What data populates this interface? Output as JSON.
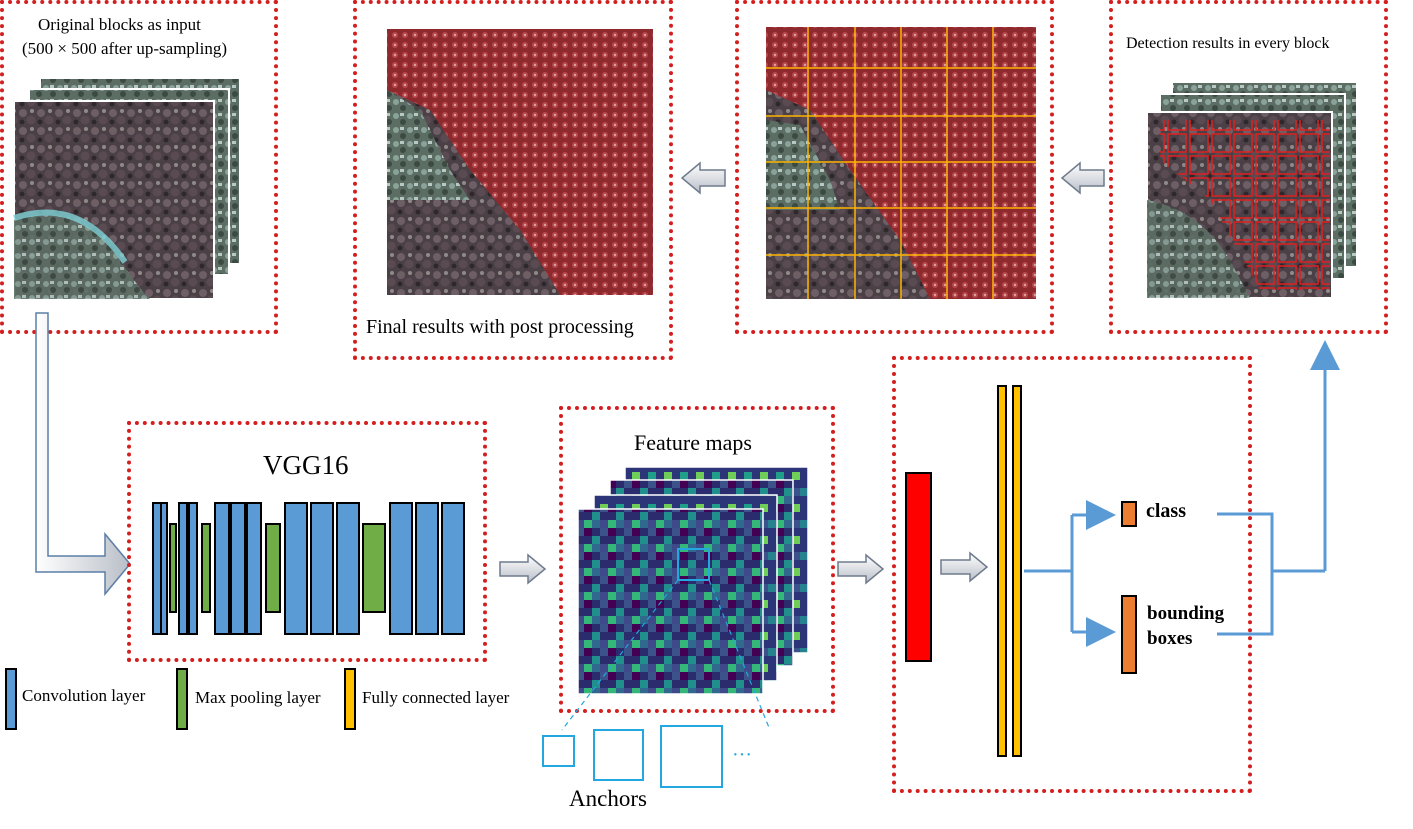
{
  "input_block": {
    "title_line1": "Original blocks as input",
    "title_line2": "(500 × 500 after up-sampling)"
  },
  "final_block": {
    "caption": "Final results with post processing"
  },
  "detection_block": {
    "title": "Detection results in every block"
  },
  "vgg": {
    "title": "VGG16"
  },
  "feature": {
    "title": "Feature maps",
    "anchors_label": "Anchors",
    "ellipsis": "···"
  },
  "head": {
    "class_label": "class",
    "bbox_label_line1": "bounding",
    "bbox_label_line2": "boxes"
  },
  "legend": {
    "conv": "Convolution layer",
    "pool": "Max pooling layer",
    "fc": "Fully connected layer"
  },
  "colors": {
    "dotted_frame": "#d41f1f",
    "conv": "#5b9bd5",
    "pool": "#70ad47",
    "fc": "#ffc000",
    "roi": "#ff0000",
    "output": "#ed7d31",
    "connector": "#5b9bd5",
    "anchor": "#22a7e0",
    "grid": "#ffb400"
  }
}
